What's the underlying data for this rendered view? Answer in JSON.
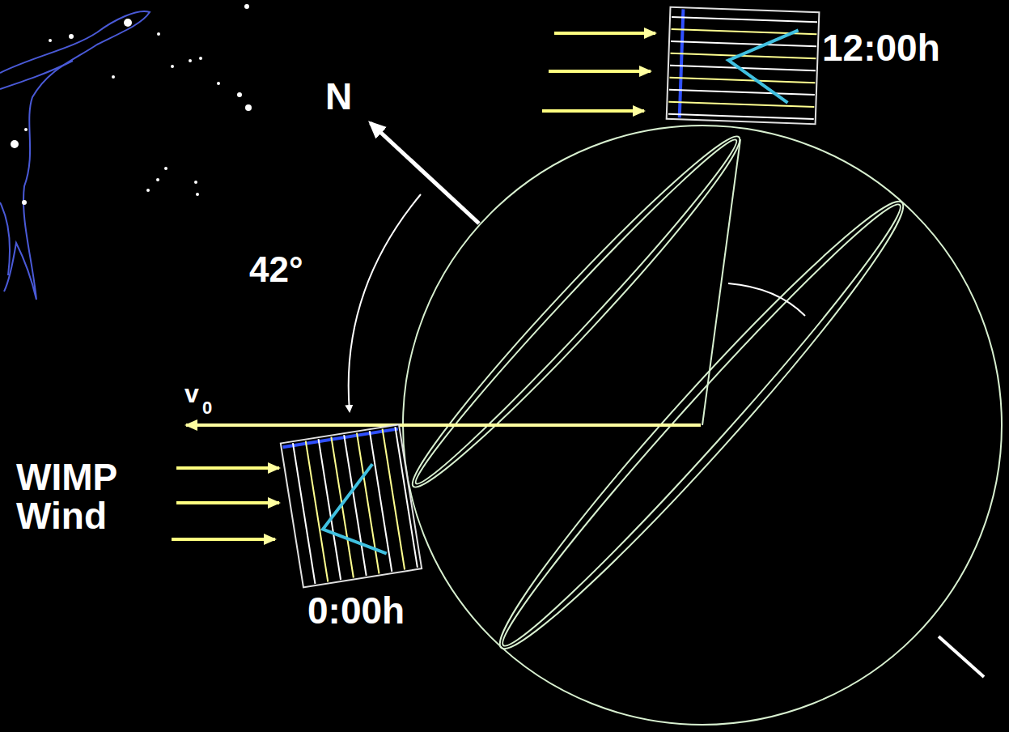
{
  "diagram": {
    "labels": [
      "N",
      "42°",
      "12:00h",
      "v",
      "0",
      "WIMP Wind",
      "0:00h"
    ]
  }
}
